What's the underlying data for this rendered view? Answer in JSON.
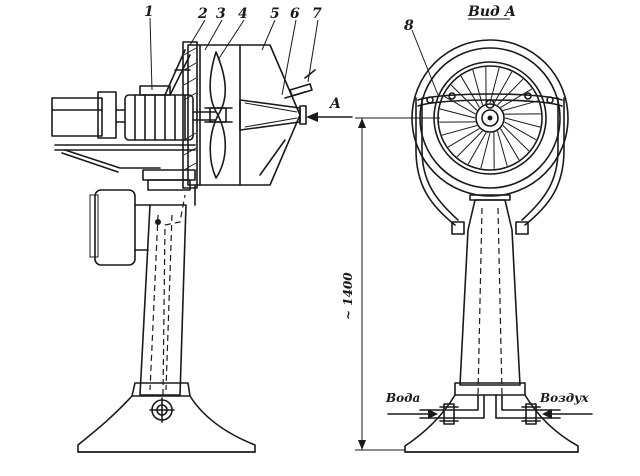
{
  "callouts": [
    "1",
    "2",
    "3",
    "4",
    "5",
    "6",
    "7",
    "8"
  ],
  "view_arrow_label": "A",
  "view_title": "Вид А",
  "dimension": "~ 1400",
  "inlets": {
    "water": "Вода",
    "air": "Воздух"
  }
}
